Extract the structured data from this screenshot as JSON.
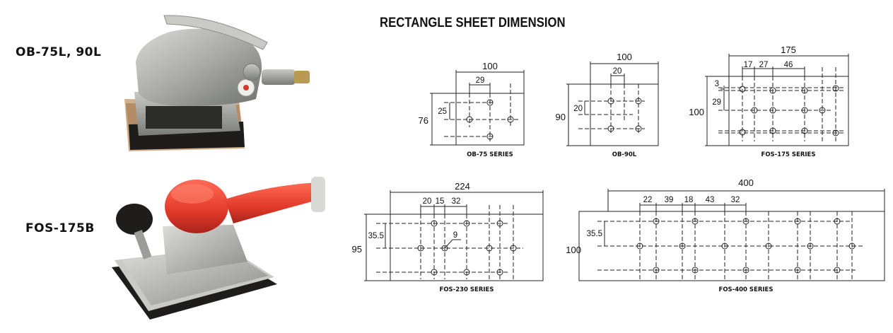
{
  "title": "RECTANGLE SHEET DIMENSION",
  "models": [
    {
      "label": "OB-75L, 90L",
      "tool": "pneumatic orbital sander with grey aluminium body"
    },
    {
      "label": "FOS-175B",
      "tool": "pneumatic orbital sander with red rubber grip"
    }
  ],
  "colors": {
    "red_grip": "#e23a2a",
    "aluminium": "#a9aaa5",
    "pad": "#1f1d1c",
    "sheet": "#d0b08c"
  },
  "sheets": {
    "ob75": {
      "series": "OB-75 SERIES",
      "width": "100",
      "height": "76",
      "d1": "29",
      "d2": "25"
    },
    "ob90": {
      "series": "OB-90L",
      "width": "100",
      "height": "90",
      "d1": "20",
      "d2": "20"
    },
    "fos175": {
      "series": "FOS-175 SERIES",
      "width": "175",
      "height": "100",
      "d1": "17",
      "d2": "27",
      "d3": "46",
      "d4": "3",
      "d5": "29"
    },
    "fos230": {
      "series": "FOS-230 SERIES",
      "width": "224",
      "height": "95",
      "d1": "20",
      "d2": "15",
      "d3": "32",
      "d4": "35.5",
      "d5": "9"
    },
    "fos400": {
      "series": "FOS-400 SERIES",
      "width": "400",
      "height": "100",
      "d1": "22",
      "d2": "39",
      "d3": "18",
      "d4": "43",
      "d5": "32",
      "d6": "35.5"
    }
  }
}
